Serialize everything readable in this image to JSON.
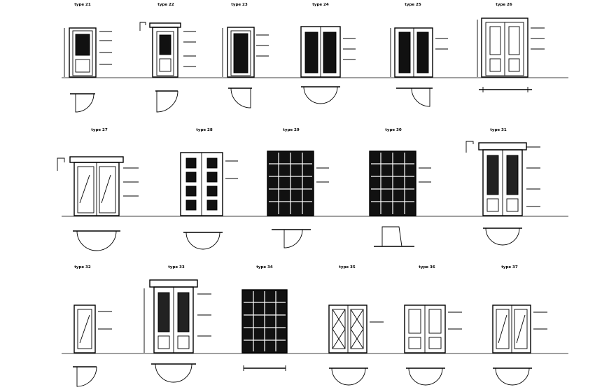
{
  "drawing": {
    "rows": [
      {
        "items": [
          {
            "label": "type 21",
            "kind": "single-panel"
          },
          {
            "label": "type 22",
            "kind": "single-pediment"
          },
          {
            "label": "type 23",
            "kind": "single-glass"
          },
          {
            "label": "type 24",
            "kind": "double-glass"
          },
          {
            "label": "type 25",
            "kind": "double-glass"
          },
          {
            "label": "type 26",
            "kind": "double-panel"
          }
        ]
      },
      {
        "items": [
          {
            "label": "type 27",
            "kind": "double-sliding-glass"
          },
          {
            "label": "type 28",
            "kind": "grid-2x4"
          },
          {
            "label": "type 29",
            "kind": "grid-4x5"
          },
          {
            "label": "type 30",
            "kind": "grid-4x5"
          },
          {
            "label": "type 31",
            "kind": "double-ornate"
          }
        ]
      },
      {
        "items": [
          {
            "label": "type 32",
            "kind": "single-glass-narrow"
          },
          {
            "label": "type 33",
            "kind": "double-ornate"
          },
          {
            "label": "type 34",
            "kind": "grid-4x5"
          },
          {
            "label": "type 35",
            "kind": "double-x-brace"
          },
          {
            "label": "type 36",
            "kind": "double-panel"
          },
          {
            "label": "type 37",
            "kind": "double-glass-diag"
          }
        ]
      }
    ]
  }
}
